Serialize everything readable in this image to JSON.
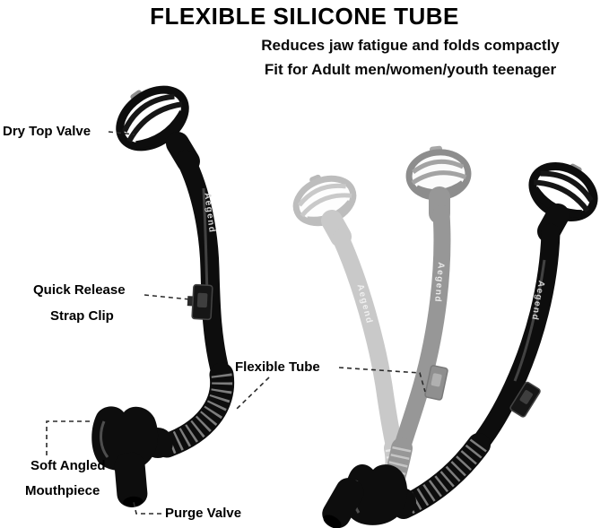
{
  "header": {
    "title": "FLEXIBLE SILICONE TUBE",
    "subtitle_line1": "Reduces jaw fatigue and folds compactly",
    "subtitle_line2": "Fit for Adult men/women/youth teenager"
  },
  "callouts": {
    "dry_top_valve": "Dry Top Valve",
    "quick_release_line1": "Quick Release",
    "quick_release_line2": "Strap Clip",
    "flexible_tube": "Flexible Tube",
    "soft_angled_line1": "Soft Angled",
    "soft_angled_line2": "Mouthpiece",
    "purge_valve": "Purge Valve"
  },
  "brand_on_tube": "Aegend",
  "colors": {
    "background": "#ffffff",
    "text": "#000000",
    "snorkel_black": "#0d0d0d",
    "ghost_light": "#c9c9c9",
    "ghost_medium": "#979797",
    "connector_line": "#2b2b2b"
  }
}
